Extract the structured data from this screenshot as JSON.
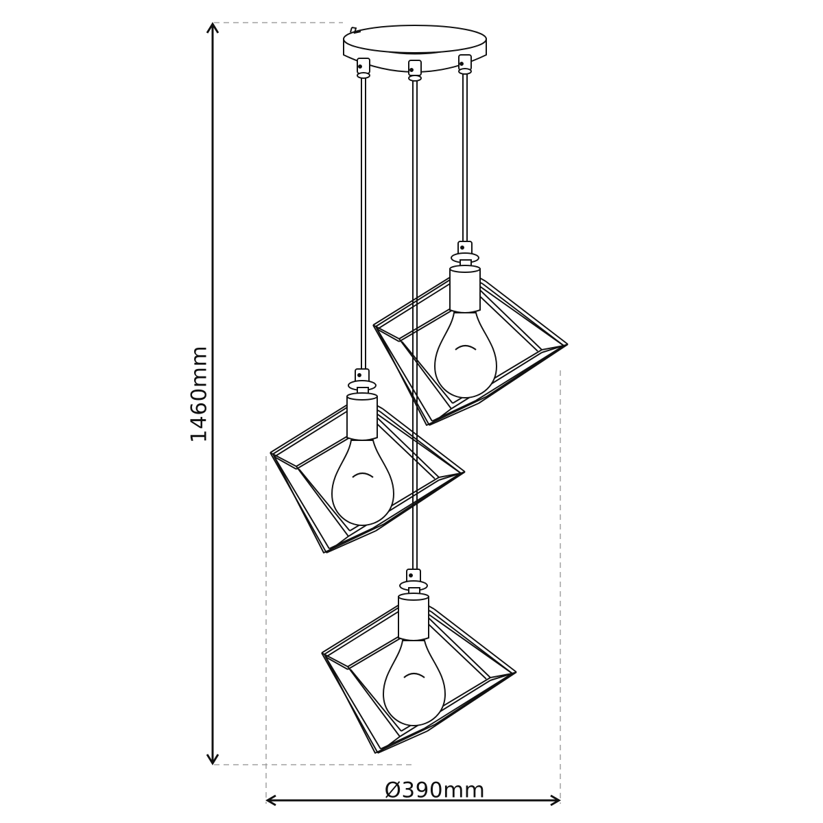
{
  "diagram": {
    "subject": "Three-light pendant lamp with cube wire cages",
    "dimensions": {
      "height": {
        "label": "1460mm",
        "orientation": "vertical"
      },
      "diameter": {
        "label": "Ø390mm",
        "orientation": "horizontal"
      }
    },
    "parts": {
      "canopy": "ceiling canopy",
      "cords": 3,
      "pendants": [
        {
          "id": "left",
          "shade": "cube wire cage",
          "bulb": "A-shape bulb"
        },
        {
          "id": "right",
          "shade": "cube wire cage",
          "bulb": "A-shape bulb"
        },
        {
          "id": "bottom",
          "shade": "cube wire cage",
          "bulb": "A-shape bulb"
        }
      ]
    },
    "colors": {
      "line": "#111111",
      "dim_line": "#a0a0a0",
      "background": "#ffffff"
    }
  }
}
